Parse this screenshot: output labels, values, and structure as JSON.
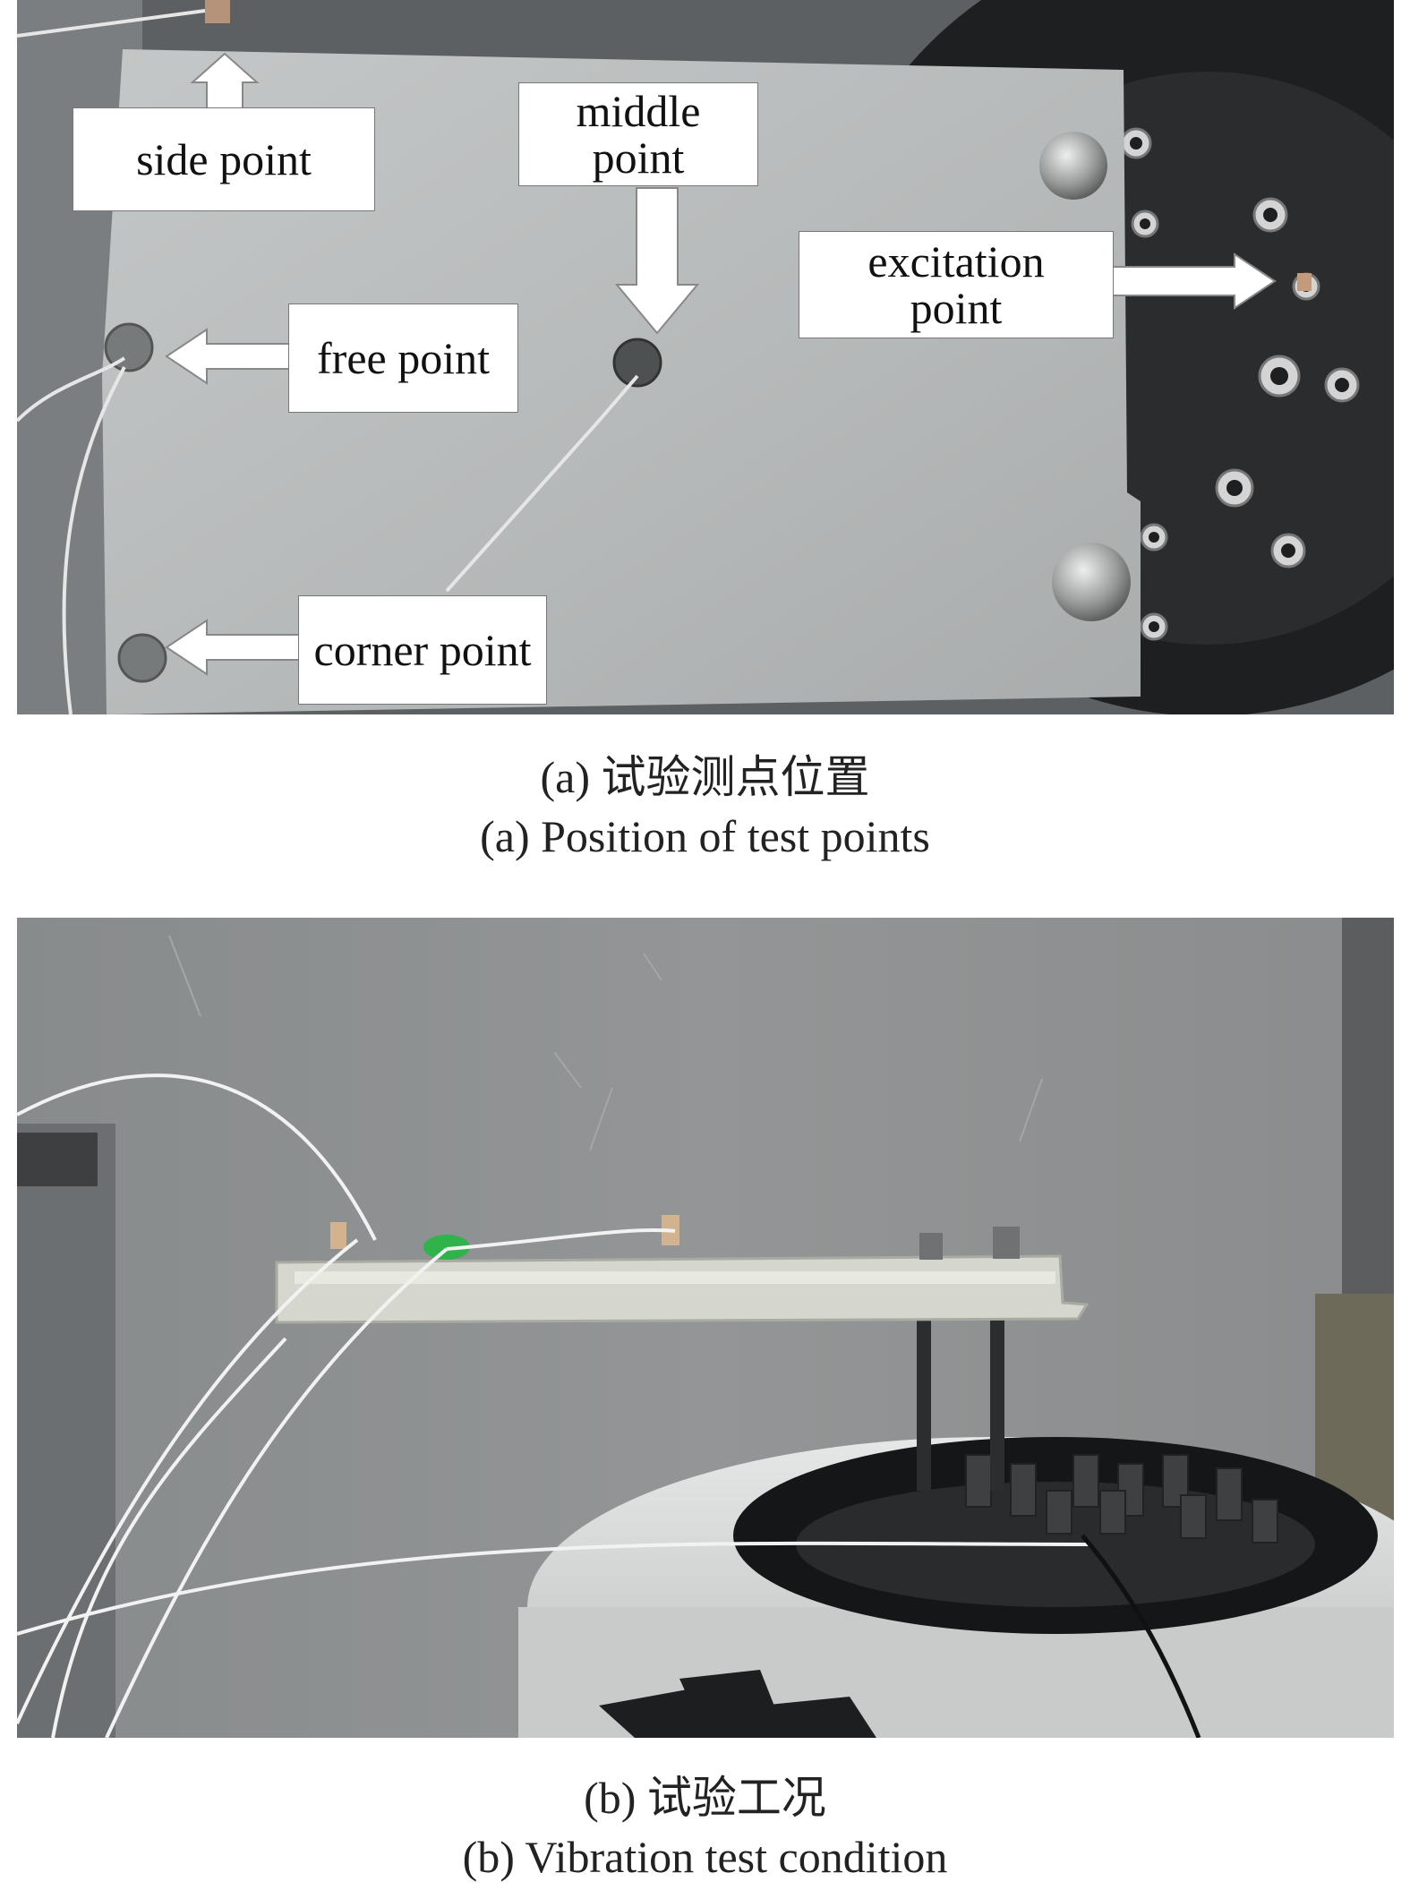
{
  "panel_a": {
    "labels": {
      "side_point": "side point",
      "middle_point": "middle\npoint",
      "excitation_point": "excitation\npoint",
      "free_point": "free point",
      "corner_point": "corner point"
    },
    "caption_cn": "(a) 试验测点位置",
    "caption_en": "(a) Position of test points"
  },
  "panel_b": {
    "caption_cn": "(b) 试验工况",
    "caption_en": "(b) Vibration test condition"
  },
  "colors": {
    "plate": "#b9bcbc",
    "shaker": "#262728",
    "wall": "#8d8f90",
    "label_bg": "#ffffff",
    "sensor_tag": "#2fb34a"
  }
}
